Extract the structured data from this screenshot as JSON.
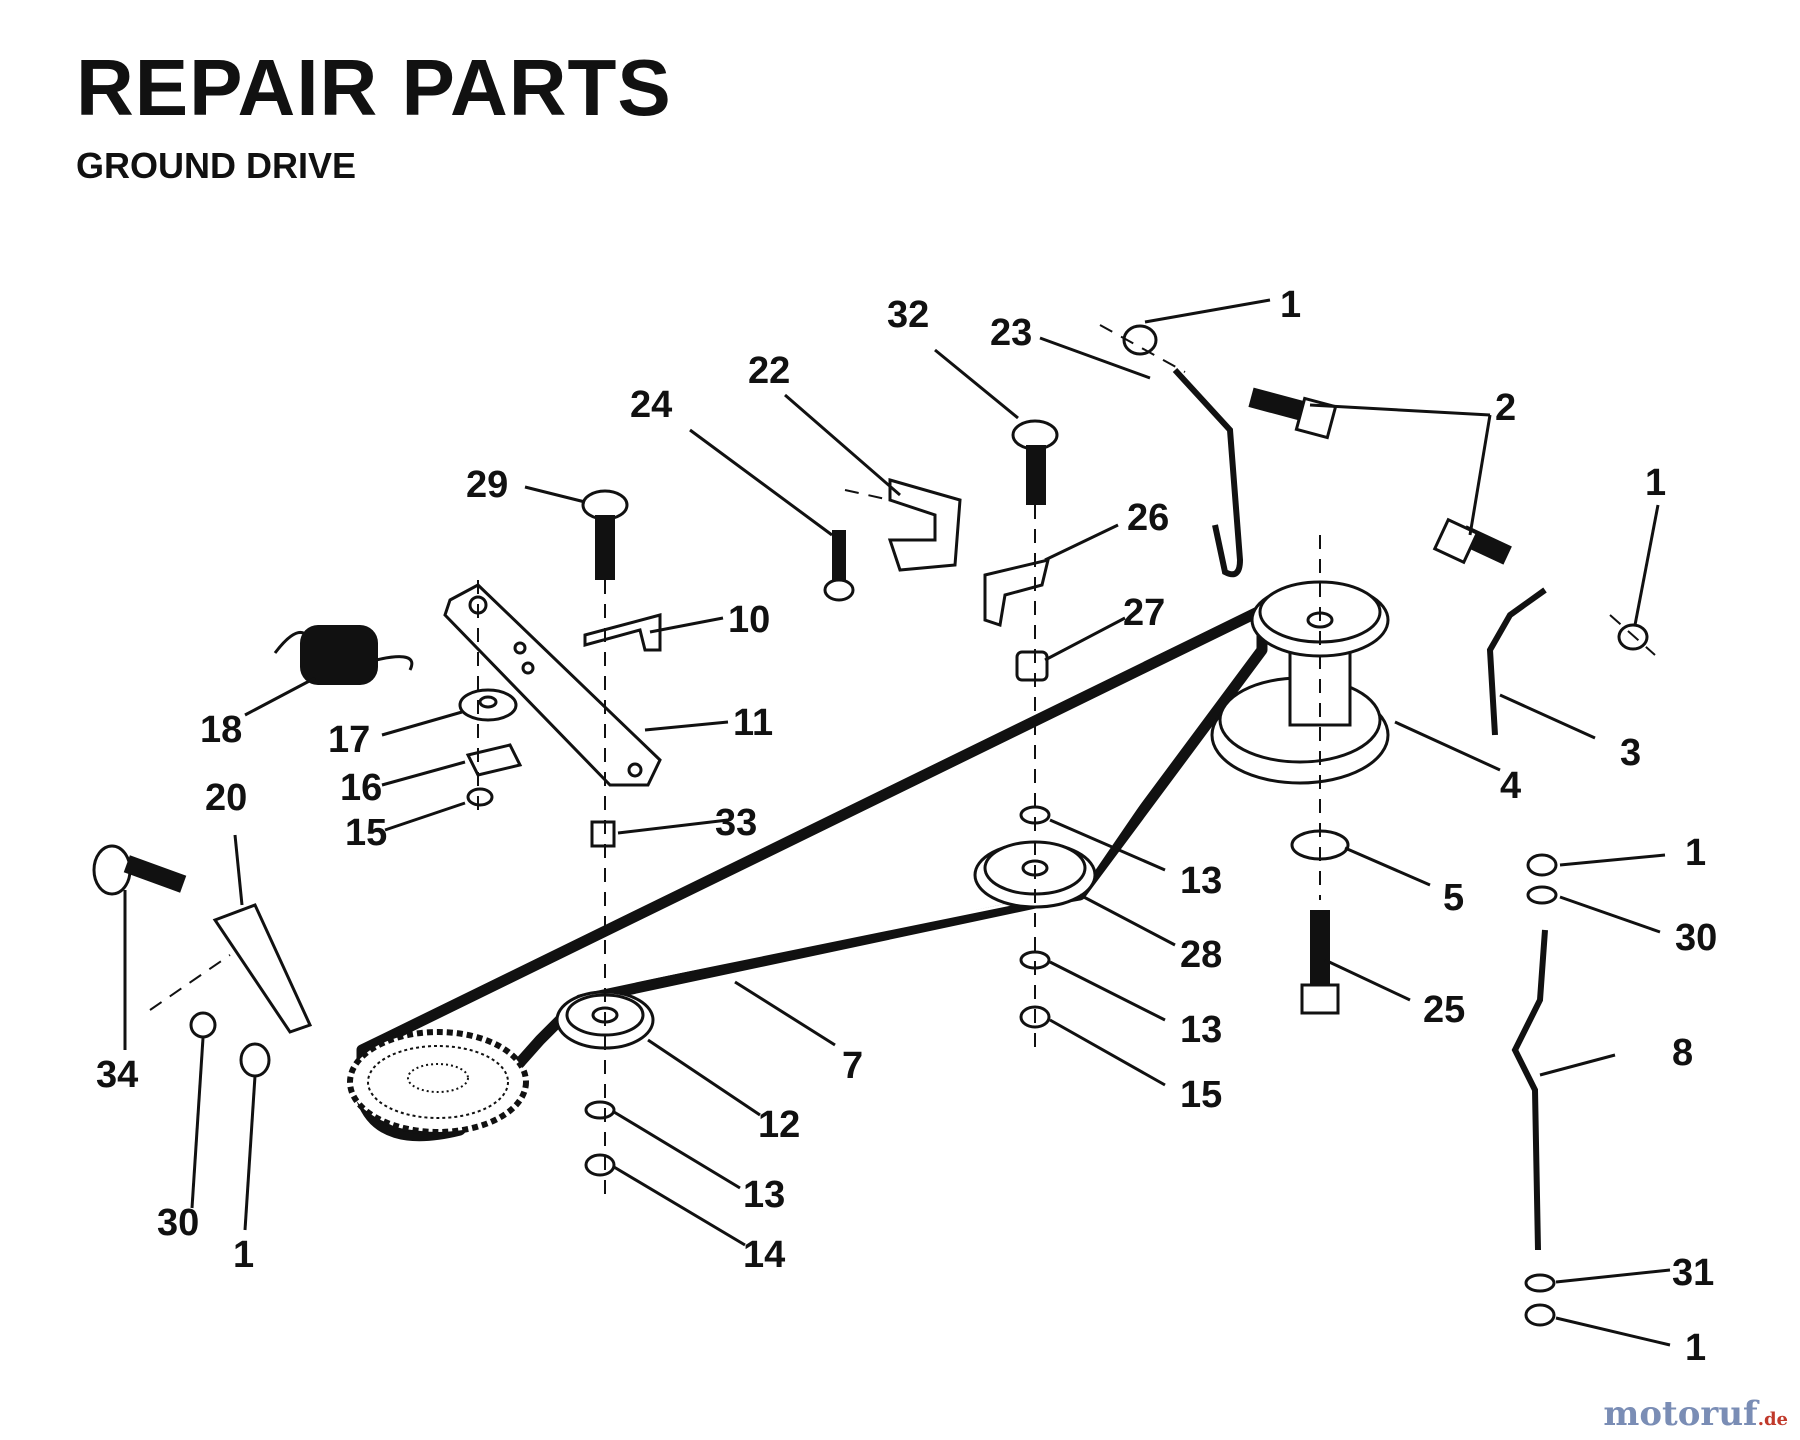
{
  "header": {
    "title": "REPAIR PARTS",
    "subtitle": "GROUND DRIVE"
  },
  "callouts": [
    "1",
    "32",
    "23",
    "2",
    "22",
    "24",
    "29",
    "1",
    "26",
    "10",
    "27",
    "18",
    "11",
    "17",
    "3",
    "16",
    "4",
    "15",
    "33",
    "20",
    "1",
    "13",
    "5",
    "30",
    "28",
    "34",
    "7",
    "25",
    "13",
    "8",
    "15",
    "12",
    "30",
    "1",
    "13",
    "14",
    "31",
    "1"
  ],
  "watermark": {
    "brand": "motoruf",
    "tld": ".de"
  }
}
